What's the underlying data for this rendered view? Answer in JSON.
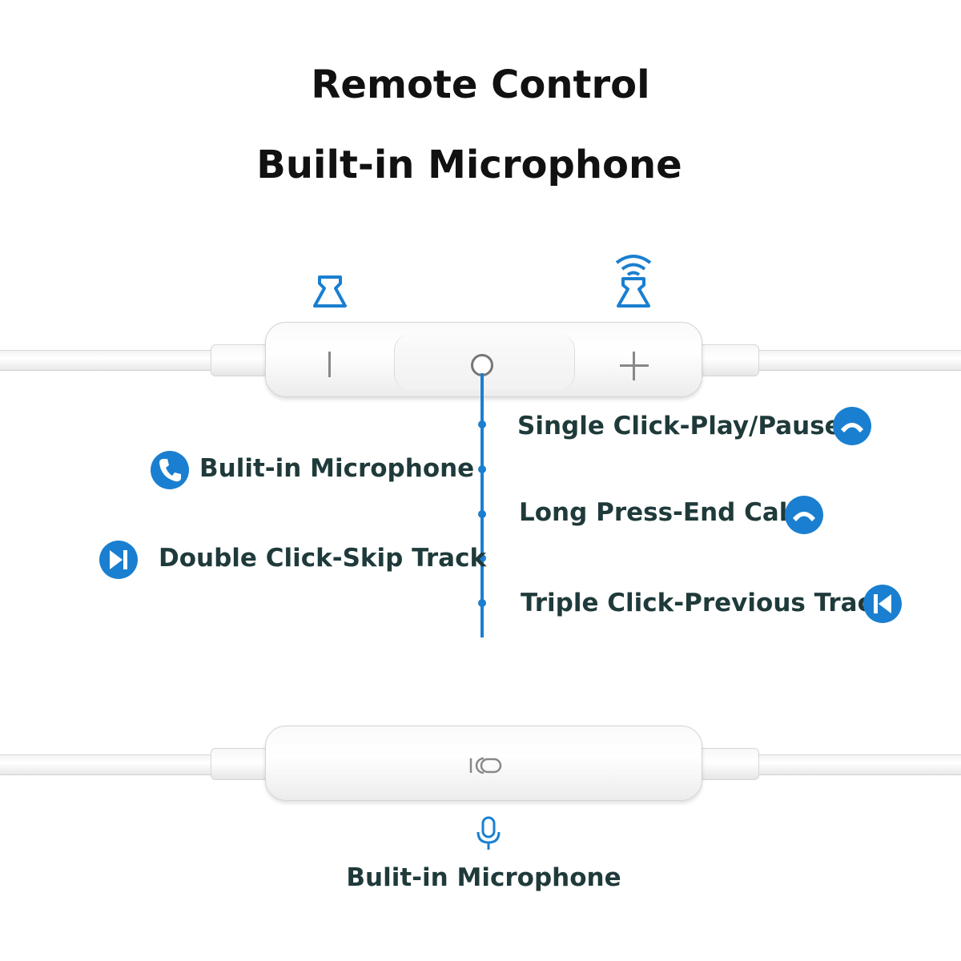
{
  "header": {
    "title": "Remote Control",
    "subtitle": "Built-in Microphone"
  },
  "functions": {
    "single_click": "Single Click-Play/Pause",
    "builtin_mic": "Bulit-in Microphone",
    "long_press": "Long Press-End Call",
    "double_click": "Double Click-Skip Track",
    "triple_click": "Triple Click-Previous Track"
  },
  "bottom": {
    "mic_label": "Bulit-in Microphone"
  },
  "icons": {
    "volume_down": "speaker-low-icon",
    "volume_up": "speaker-high-icon",
    "play_pause": "phone-handset-icon",
    "mic_call": "phone-icon",
    "end_call": "phone-handset-icon",
    "skip": "skip-forward-icon",
    "previous": "skip-back-icon",
    "mic": "microphone-icon"
  },
  "colors": {
    "accent": "#1a7fd0",
    "text": "#1f3a3a"
  }
}
